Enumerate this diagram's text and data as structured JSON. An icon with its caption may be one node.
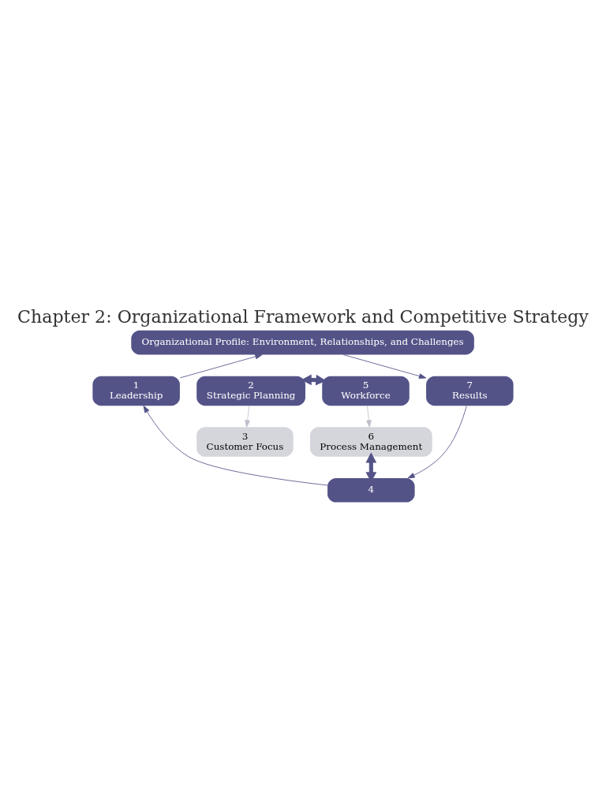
{
  "diagram": {
    "title": "Chapter 2: Organizational Framework and Competitive Strategy",
    "nodes": [
      {
        "text": [
          "Organizational Profile: Environment, Relationships, and Challenges"
        ]
      },
      {
        "text": [
          "2",
          "Strategic Planning"
        ]
      },
      {
        "text": [
          "5",
          "Workforce"
        ]
      },
      {
        "text": [
          "1",
          "Leadership"
        ]
      },
      {
        "text": [
          "3",
          "Customer Focus"
        ]
      },
      {
        "text": [
          "6",
          "Process Management"
        ]
      },
      {
        "text": [
          "7",
          "Results"
        ]
      },
      {
        "text": [
          "4"
        ]
      }
    ],
    "edges": [
      {
        "from": 3,
        "to": 0,
        "arrow": "to"
      },
      {
        "from": 0,
        "to": 6,
        "arrow": "to"
      },
      {
        "from": 6,
        "to": 7,
        "arrow": "to"
      },
      {
        "from": 7,
        "to": 3,
        "arrow": "to"
      },
      {
        "from": 1,
        "to": 4,
        "arrow": "to",
        "color": "#bfc0cc"
      },
      {
        "from": 2,
        "to": 5,
        "arrow": "to",
        "color": "#bfc0cc"
      },
      {
        "from": 1,
        "to": 2,
        "arrow": "both",
        "style": "thick"
      },
      {
        "from": 5,
        "to": 7,
        "arrow": "both",
        "style": "thick"
      }
    ]
  }
}
